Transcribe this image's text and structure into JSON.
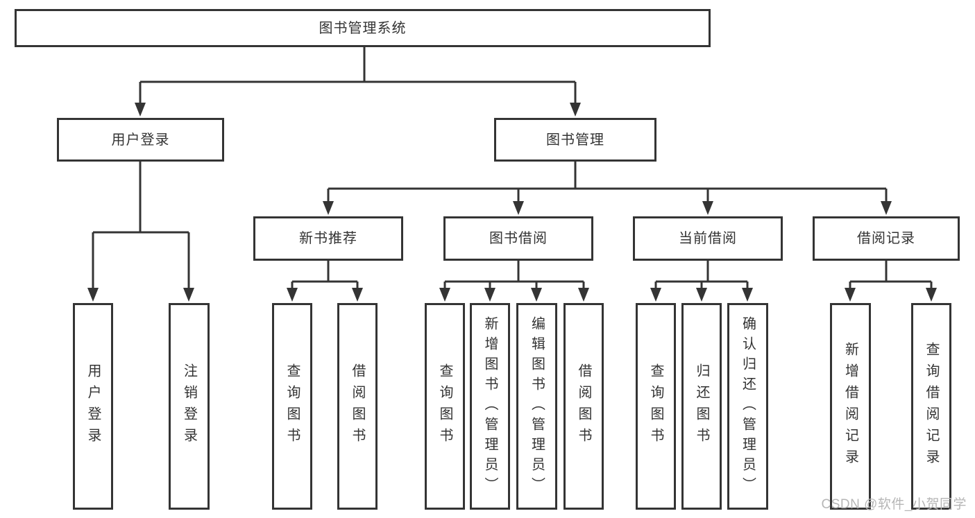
{
  "diagram_type": "hierarchy-tree",
  "colors": {
    "line": "#343434",
    "box_border": "#343434",
    "box_fill": "#ffffff",
    "text": "#333333",
    "watermark": "#b6b6b6",
    "background": "#ffffff"
  },
  "tree": {
    "label": "图书管理系统",
    "children": [
      {
        "label": "用户登录",
        "children": [
          {
            "label": "用户登录"
          },
          {
            "label": "注销登录"
          }
        ]
      },
      {
        "label": "图书管理",
        "children": [
          {
            "label": "新书推荐",
            "children": [
              {
                "label": "查询图书"
              },
              {
                "label": "借阅图书"
              }
            ]
          },
          {
            "label": "图书借阅",
            "children": [
              {
                "label": "查询图书"
              },
              {
                "label": "新增图书（管理员）"
              },
              {
                "label": "编辑图书（管理员）"
              },
              {
                "label": "借阅图书"
              }
            ]
          },
          {
            "label": "当前借阅",
            "children": [
              {
                "label": "查询图书"
              },
              {
                "label": "归还图书"
              },
              {
                "label": "确认归还（管理员）"
              }
            ]
          },
          {
            "label": "借阅记录",
            "children": [
              {
                "label": "新增借阅记录"
              },
              {
                "label": "查询借阅记录"
              }
            ]
          }
        ]
      }
    ]
  },
  "watermark": {
    "text": "CSDN @软件_小贺同学"
  }
}
